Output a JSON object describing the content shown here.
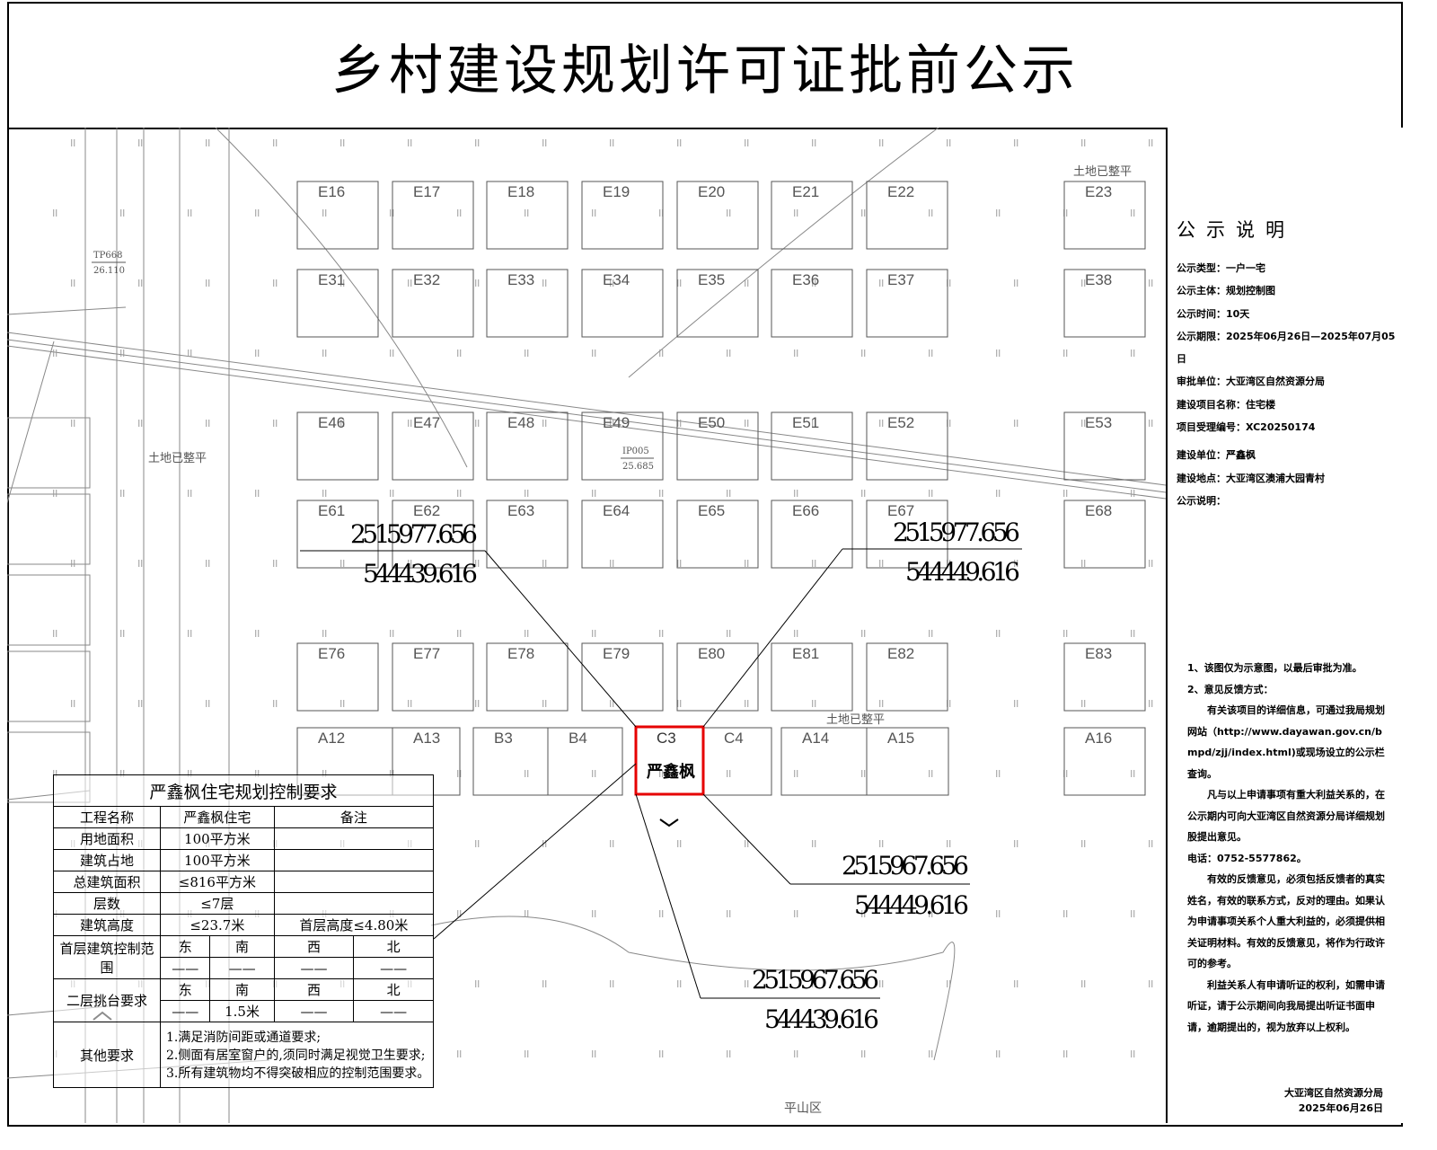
{
  "title": "乡村建设规划许可证批前公示",
  "map": {
    "lot_rows": [
      [
        "E16",
        "E17",
        "E18",
        "E19",
        "E20",
        "E21",
        "E22",
        "E23"
      ],
      [
        "E31",
        "E32",
        "E33",
        "E34",
        "E35",
        "E36",
        "E37",
        "E38"
      ],
      [
        "E46",
        "E47",
        "E48",
        "E49",
        "E50",
        "E51",
        "E52",
        "E53"
      ],
      [
        "E61",
        "E62",
        "E63",
        "E64",
        "E65",
        "E66",
        "E67",
        "E68"
      ],
      [
        "E76",
        "E77",
        "E78",
        "E79",
        "E80",
        "E81",
        "E82",
        "E83"
      ]
    ],
    "bottom_lots": [
      "A12",
      "A13",
      "B3",
      "B4",
      "C3",
      "C4",
      "A14",
      "A15",
      "A16"
    ],
    "selected_lot": "C3",
    "selected_owner": "严鑫枫",
    "highlight_color": "#e60000",
    "land_notes": [
      "土地已整平",
      "土地已整平",
      "土地已整平"
    ],
    "benchmarks": [
      {
        "id": "TP668",
        "elev": "26.110"
      },
      {
        "id": "IP005",
        "elev": "25.685"
      }
    ],
    "bottom_label": "平山区",
    "coordinates": [
      {
        "x": "2515977.656",
        "y": "544439.616"
      },
      {
        "x": "2515977.656",
        "y": "544449.616"
      },
      {
        "x": "2515967.656",
        "y": "544449.616"
      },
      {
        "x": "2515967.656",
        "y": "544439.616"
      }
    ]
  },
  "control_table": {
    "caption": "严鑫枫住宅规划控制要求",
    "header": [
      "工程名称",
      "严鑫枫住宅",
      "备注"
    ],
    "rows": [
      [
        "用地面积",
        "100平方米",
        ""
      ],
      [
        "建筑占地",
        "100平方米",
        ""
      ],
      [
        "总建筑面积",
        "≤816平方米",
        ""
      ],
      [
        "层数",
        "≤7层",
        ""
      ],
      [
        "建筑高度",
        "≤23.7米",
        "首层高度≤4.80米"
      ]
    ],
    "directions": [
      "东",
      "南",
      "西",
      "北"
    ],
    "ground_floor_label": "首层建筑控制范围",
    "ground_floor_values": [
      "——",
      "——",
      "——",
      "——"
    ],
    "second_floor_label": "二层挑台要求",
    "second_floor_values": [
      "——",
      "1.5米",
      "——",
      "——"
    ],
    "other_label": "其他要求",
    "other_items": [
      "1.满足消防间距或通道要求;",
      "2.侧面有居室窗户的,须同时满足视觉卫生要求;",
      "3.所有建筑物均不得突破相应的控制范围要求。"
    ]
  },
  "panel": {
    "heading": "公示说明",
    "info": [
      "公示类型：一户一宅",
      "公示主体：规划控制图",
      "公示时间：10天",
      "公示期限：2025年06月26日—2025年07月05日",
      "审批单位：大亚湾区自然资源分局",
      "建设项目名称：住宅楼",
      "项目受理编号：XC20250174",
      "建设单位：严鑫枫",
      "建设地点：大亚湾区澳浦大园青村",
      "公示说明："
    ],
    "notes": [
      "1、该图仅为示意图，以最后审批为准。",
      "2、意见反馈方式：",
      "有关该项目的详细信息，可通过我局规划网站（http://www.dayawan.gov.cn/bmpd/zjj/index.html)或现场设立的公示栏查询。",
      "凡与以上申请事项有重大利益关系的，在公示期内可向大亚湾区自然资源分局详细规划股提出意见。",
      "电话：0752-5577862。",
      "有效的反馈意见，必须包括反馈者的真实姓名，有效的联系方式，反对的理由。如果认为申请事项关系个人重大利益的，必须提供相关证明材料。有效的反馈意见，将作为行政许可的参考。",
      "利益关系人有申请听证的权利，如需申请听证，请于公示期间向我局提出听证书面申请，逾期提出的，视为放弃以上权利。"
    ],
    "signature": "大亚湾区自然资源分局",
    "date": "2025年06月26日"
  }
}
